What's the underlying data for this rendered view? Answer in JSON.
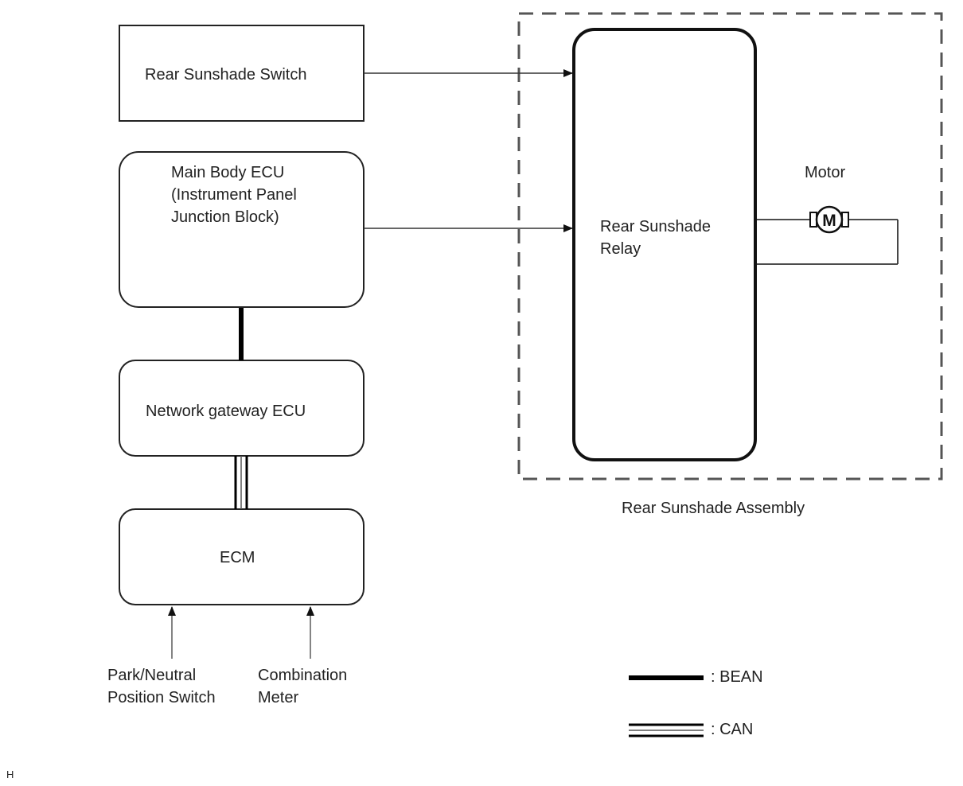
{
  "diagram": {
    "type": "block-diagram",
    "nodes": {
      "rear_sunshade_switch": {
        "label": "Rear Sunshade Switch"
      },
      "main_body_ecu": {
        "label": "Main Body ECU\n(Instrument Panel\nJunction Block)"
      },
      "network_gateway_ecu": {
        "label": "Network gateway ECU"
      },
      "ecm": {
        "label": "ECM"
      },
      "rear_sunshade_relay": {
        "label": "Rear Sunshade\nRelay"
      },
      "motor": {
        "label": "Motor",
        "symbol": "M"
      },
      "park_neutral_switch": {
        "label": "Park/Neutral\nPosition Switch"
      },
      "combination_meter": {
        "label": "Combination\nMeter"
      }
    },
    "group": {
      "label": "Rear Sunshade Assembly"
    },
    "edges": [
      {
        "from": "Rear Sunshade Switch",
        "to": "Rear Sunshade Relay",
        "type": "signal-arrow"
      },
      {
        "from": "Main Body ECU",
        "to": "Rear Sunshade Relay",
        "type": "signal-arrow"
      },
      {
        "from": "Main Body ECU",
        "to": "Network gateway ECU",
        "type": "BEAN"
      },
      {
        "from": "Network gateway ECU",
        "to": "ECM",
        "type": "CAN"
      },
      {
        "from": "Park/Neutral Position Switch",
        "to": "ECM",
        "type": "signal-arrow"
      },
      {
        "from": "Combination Meter",
        "to": "ECM",
        "type": "signal-arrow"
      },
      {
        "from": "Rear Sunshade Relay",
        "to": "Motor",
        "type": "wire-loop"
      }
    ],
    "legend": {
      "bean": ": BEAN",
      "can": ": CAN"
    },
    "corner_mark": "H"
  }
}
